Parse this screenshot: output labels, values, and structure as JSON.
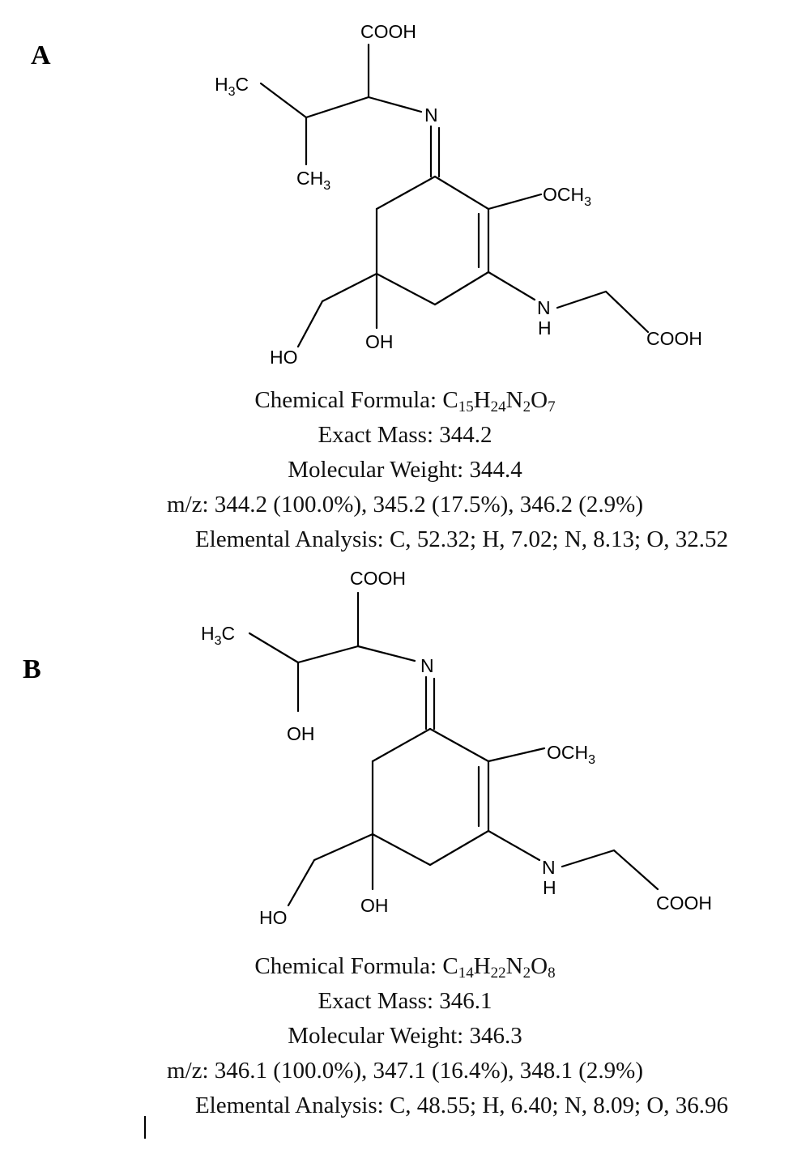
{
  "panels": [
    {
      "label": "A",
      "atoms": {
        "cooh_top": "COOH",
        "methyl_a": "H3C",
        "n_imine": "N",
        "methyl_b": "CH3",
        "methoxy": "OCH3",
        "nh_n": "N",
        "nh_h": "H",
        "cooh_right": "COOH",
        "oh": "OH",
        "ho": "HO"
      },
      "properties": {
        "formula_label": "Chemical Formula: ",
        "formula": [
          [
            "C",
            "15"
          ],
          [
            "H",
            "24"
          ],
          [
            "N",
            "2"
          ],
          [
            "O",
            "7"
          ]
        ],
        "exact_mass": "Exact Mass: 344.2",
        "molecular_weight": "Molecular Weight: 344.4",
        "mz": "m/z: 344.2 (100.0%), 345.2 (17.5%), 346.2 (2.9%)",
        "elemental_analysis": "Elemental Analysis: C, 52.32; H, 7.02; N, 8.13; O, 32.52"
      }
    },
    {
      "label": "B",
      "atoms": {
        "cooh_top": "COOH",
        "methyl_a": "H3C",
        "n_imine": "N",
        "side_oh": "OH",
        "methoxy": "OCH3",
        "nh_n": "N",
        "nh_h": "H",
        "cooh_right": "COOH",
        "oh": "OH",
        "ho": "HO"
      },
      "properties": {
        "formula_label": "Chemical Formula: ",
        "formula": [
          [
            "C",
            "14"
          ],
          [
            "H",
            "22"
          ],
          [
            "N",
            "2"
          ],
          [
            "O",
            "8"
          ]
        ],
        "exact_mass": "Exact Mass: 346.1",
        "molecular_weight": "Molecular Weight: 346.3",
        "mz": "m/z: 346.1 (100.0%), 347.1 (16.4%), 348.1 (2.9%)",
        "elemental_analysis": "Elemental Analysis: C, 48.55; H, 6.40; N, 8.09; O, 36.96"
      }
    }
  ]
}
